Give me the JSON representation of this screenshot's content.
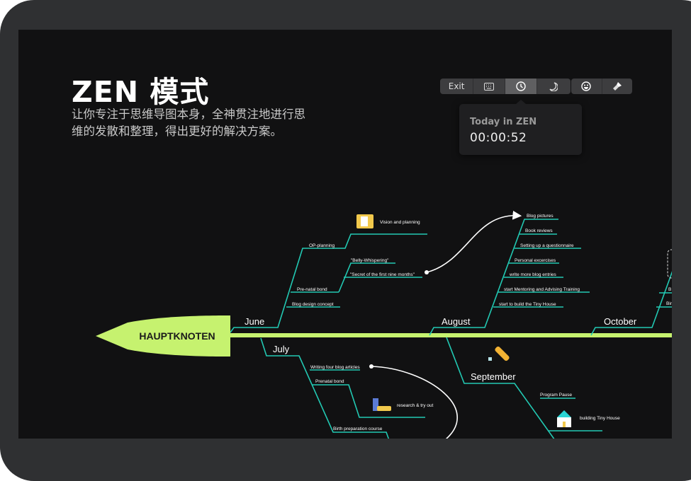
{
  "header": {
    "title": "ZEN 模式",
    "subtitle_line1": "让你专注于思维导图本身，全神贯注地进行思",
    "subtitle_line2": "维的发散和整理，得出更好的解决方案。"
  },
  "toolbar": {
    "exit_label": "Exit",
    "buttons": [
      "keyboard-icon",
      "clock-icon",
      "moon-icon",
      "emoji-icon",
      "brush-icon"
    ],
    "active": "clock-icon"
  },
  "popover": {
    "label": "Today in ZEN",
    "time": "00:00:52"
  },
  "mindmap": {
    "root": "HAUPTKNOTEN",
    "june": {
      "label": "June",
      "items": [
        "OP-planning",
        "Vision and planning",
        "Pre-natal bond",
        "\"Belly-Whispering\"",
        "\"Secret of the first nine months\"",
        "Blog design concept"
      ]
    },
    "august": {
      "label": "August",
      "items": [
        "Blog pictures",
        "Book reviews",
        "Setting up a questionnaire",
        "Personal excercises",
        "write more blog entries",
        "start Mentoring and Advising Training",
        "start to build the Tiny House"
      ]
    },
    "october": {
      "label": "October",
      "items": [
        "B",
        "Bir"
      ]
    },
    "july": {
      "label": "July",
      "items": [
        "Writing four blog articles",
        "Prenatal bond",
        "research & try out",
        "Birth preparation course"
      ]
    },
    "september": {
      "label": "September",
      "items": [
        "Program Pause",
        "building Tiny House"
      ]
    }
  },
  "colors": {
    "branch": "#22c9b3",
    "root": "#c6f26f",
    "background": "#111112",
    "frame": "#2f3032"
  }
}
